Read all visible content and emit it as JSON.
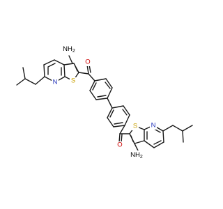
{
  "atoms": [
    {
      "id": "nh2_top",
      "text": "NH",
      "sub": "2",
      "color": "#1a1a1a"
    },
    {
      "id": "o_top",
      "text": "O",
      "color": "#cc0000"
    },
    {
      "id": "n_top",
      "text": "N",
      "color": "#2233bb"
    },
    {
      "id": "s_top",
      "text": "S",
      "color": "#c8a000"
    },
    {
      "id": "s_bottom",
      "text": "S",
      "color": "#c8a000"
    },
    {
      "id": "n_bottom",
      "text": "N",
      "color": "#2233bb"
    },
    {
      "id": "o_bottom",
      "text": "O",
      "color": "#cc0000"
    },
    {
      "id": "nh2_bottom",
      "text": "NH",
      "sub": "2",
      "color": "#1a1a1a"
    }
  ]
}
